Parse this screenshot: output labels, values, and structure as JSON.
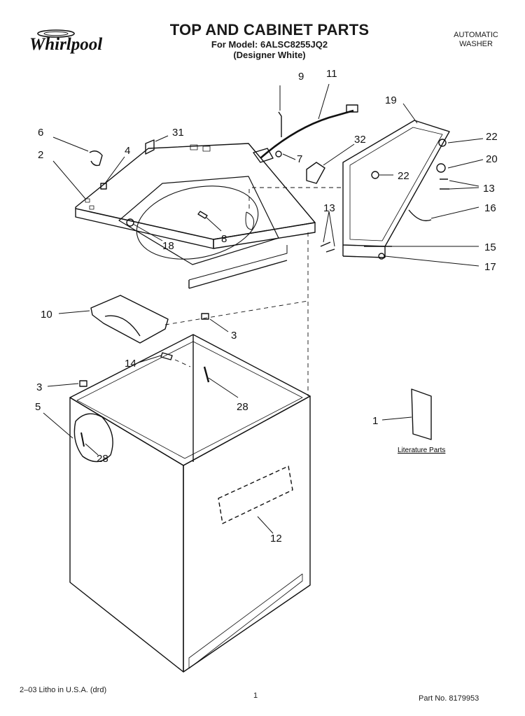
{
  "header": {
    "brand": "Whirlpool",
    "title": "TOP AND CABINET PARTS",
    "model_line": "For Model: 6ALSC8255JQ2",
    "color_line": "(Designer White)",
    "appliance_type_line1": "AUTOMATIC",
    "appliance_type_line2": "WASHER"
  },
  "callouts": [
    "9",
    "11",
    "19",
    "6",
    "31",
    "22",
    "2",
    "4",
    "7",
    "32",
    "20",
    "22",
    "13",
    "13",
    "16",
    "18",
    "8",
    "15",
    "17",
    "10",
    "3",
    "14",
    "28",
    "3",
    "5",
    "28",
    "1",
    "12"
  ],
  "literature_label": "Literature Parts",
  "footer": {
    "litho": "2–03 Litho in U.S.A. (drd)",
    "page": "1",
    "part_no": "Part No. 8179953"
  }
}
